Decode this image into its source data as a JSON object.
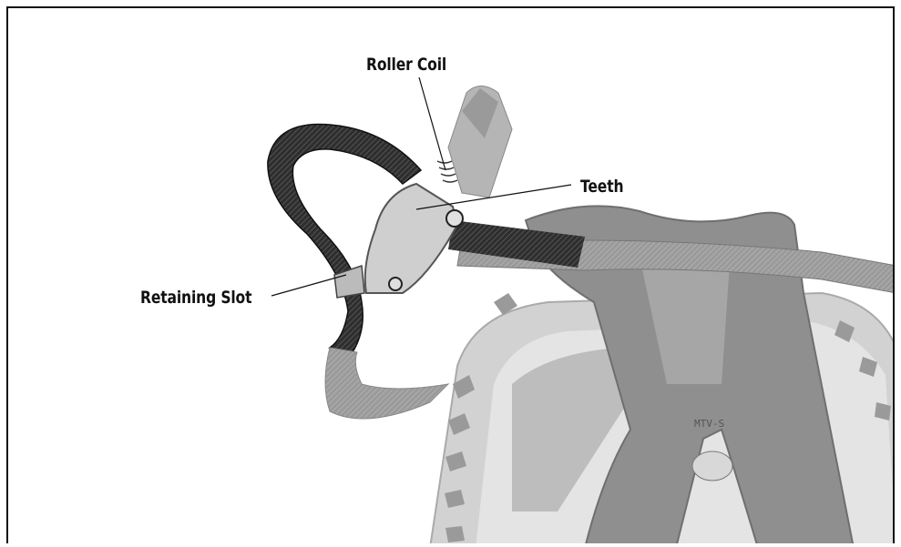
{
  "labels": {
    "roller_coil": "Roller Coil",
    "teeth": "Teeth",
    "retaining_slot": "Retaining Slot"
  },
  "pedal_marking": "MTV-S",
  "colors": {
    "strap": "#2a2a2a",
    "cage": "#8d8d8d",
    "buckle": "#c8c8c8",
    "pedal_body": "#c6c6c6",
    "line": "#111111"
  }
}
